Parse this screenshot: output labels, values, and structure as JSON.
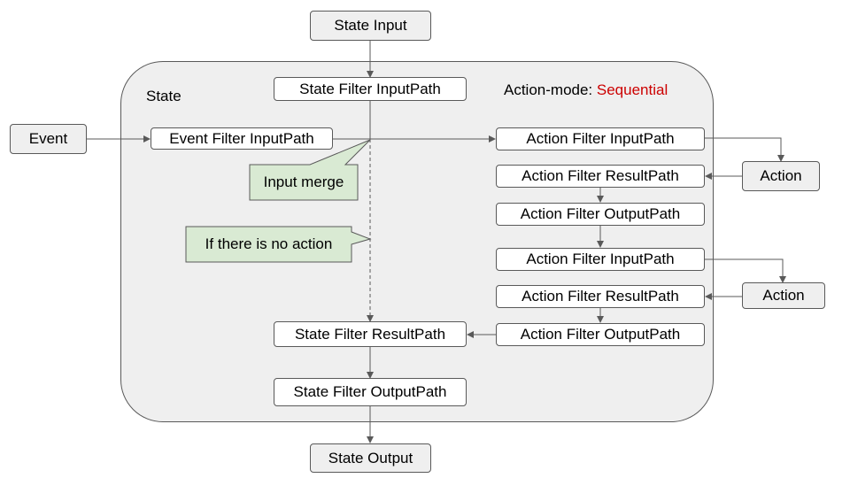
{
  "state_input": "State Input",
  "state_output": "State Output",
  "state_label": "State",
  "action_mode_prefix": "Action-mode: ",
  "action_mode_value": "Sequential",
  "event": "Event",
  "event_filter_inputpath": "Event Filter InputPath",
  "state_filter_inputpath": "State Filter InputPath",
  "state_filter_resultpath": "State Filter ResultPath",
  "state_filter_outputpath": "State Filter OutputPath",
  "action_chain_1": {
    "inputpath": "Action Filter InputPath",
    "resultpath": "Action Filter ResultPath",
    "outputpath": "Action Filter OutputPath",
    "action": "Action"
  },
  "action_chain_2": {
    "inputpath": "Action Filter InputPath",
    "resultpath": "Action Filter ResultPath",
    "outputpath": "Action Filter OutputPath",
    "action": "Action"
  },
  "notes": {
    "input_merge": "Input merge",
    "no_action": "If there is no action"
  },
  "colors": {
    "container_fill": "#efefef",
    "border": "#595959",
    "note_fill": "#d9ead3",
    "accent_red": "#cc0000"
  }
}
